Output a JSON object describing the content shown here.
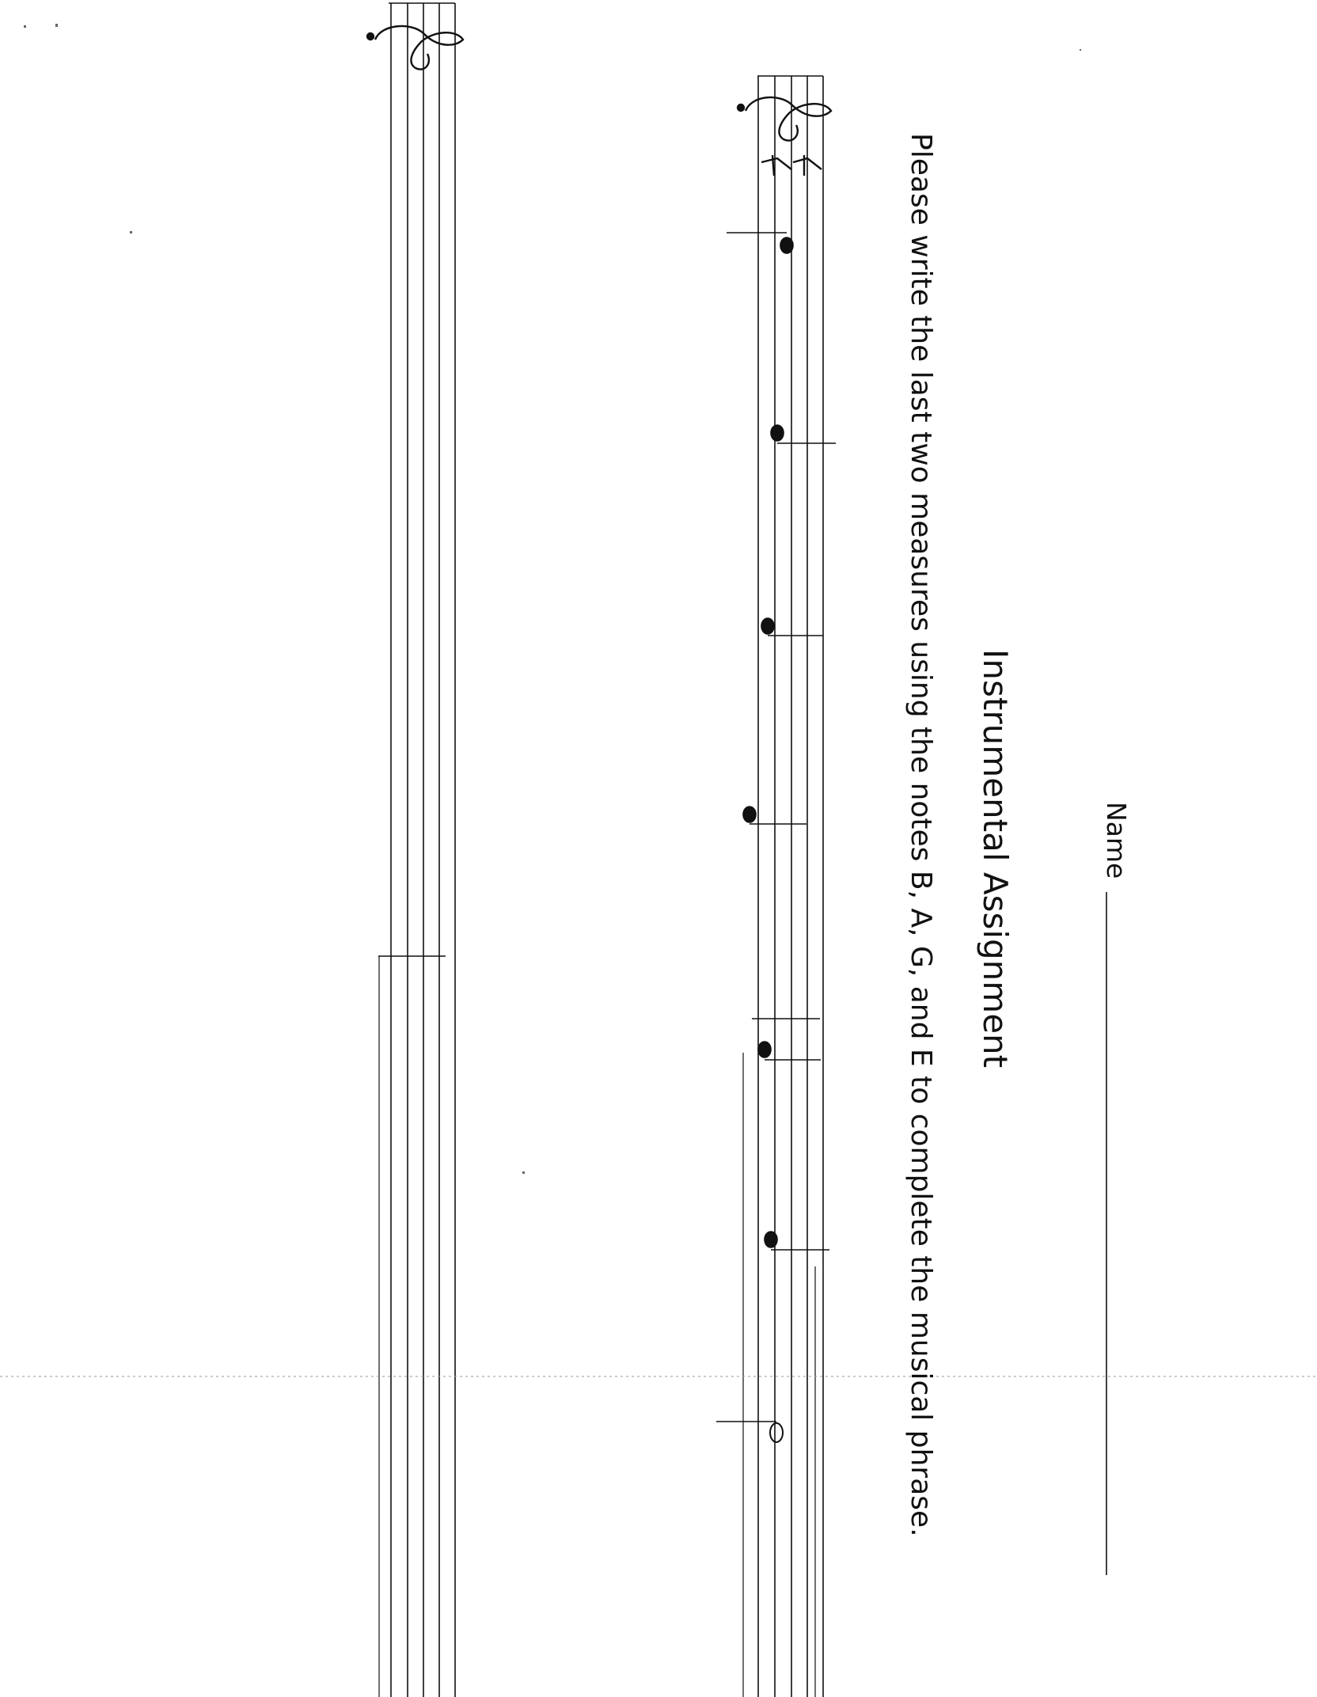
{
  "worksheet": {
    "name_label": "Name",
    "title": "Instrumental Assignment",
    "instructions": "Please write the last two measures using the notes B, A, G, and E to complete the musical phrase.",
    "icons": [
      "treble-clef-icon",
      "time-signature-4-4-icon"
    ],
    "staves": [
      {
        "clef": "treble",
        "time_signature": "4/4",
        "notes": [
          "quarter",
          "quarter",
          "quarter",
          "quarter",
          "quarter",
          "quarter",
          "half"
        ]
      },
      {
        "clef": "treble",
        "time_signature": "",
        "notes": []
      }
    ]
  }
}
